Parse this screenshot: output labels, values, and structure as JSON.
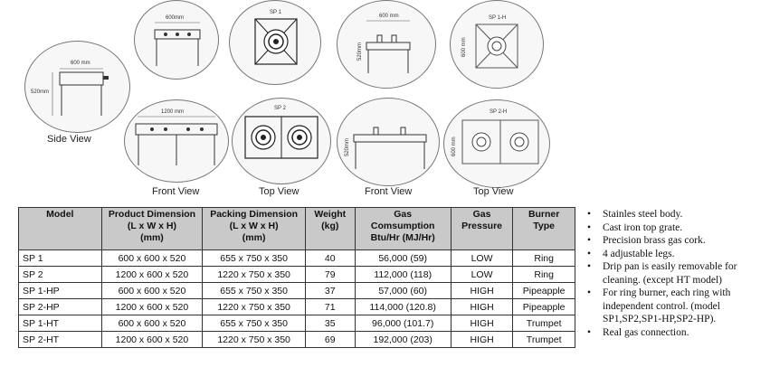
{
  "views": {
    "side": "Side View",
    "front": "Front View",
    "top": "Top View",
    "front2": "Front View",
    "top2": "Top View"
  },
  "dims": {
    "w600": "600mm",
    "w600_side": "600 mm",
    "h520": "520mm",
    "w1200": "1200 mm",
    "w600_b": "600 mm",
    "h520_b": "520mm",
    "h600": "600 mm",
    "h520_c": "520mm",
    "h600_c": "600 mm"
  },
  "tags": {
    "sp1": "SP 1",
    "sp2": "SP 2",
    "sp1h": "SP 1-H",
    "sp2h": "SP 2-H"
  },
  "table": {
    "headers": [
      {
        "l1": "Model",
        "l2": "",
        "l3": ""
      },
      {
        "l1": "Product Dimension",
        "l2": "(L x W x H)",
        "l3": "(mm)"
      },
      {
        "l1": "Packing Dimension",
        "l2": "(L x W x H)",
        "l3": "(mm)"
      },
      {
        "l1": "Weight",
        "l2": "(kg)",
        "l3": ""
      },
      {
        "l1": "Gas",
        "l2": "Comsumption",
        "l3": "Btu/Hr (MJ/Hr)"
      },
      {
        "l1": "Gas",
        "l2": "Pressure",
        "l3": ""
      },
      {
        "l1": "Burner",
        "l2": "Type",
        "l3": ""
      }
    ],
    "rows": [
      [
        "SP 1",
        "600 x 600 x 520",
        "655 x 750 x 350",
        "40",
        "56,000 (59)",
        "LOW",
        "Ring"
      ],
      [
        "SP 2",
        "1200 x 600 x 520",
        "1220 x 750 x 350",
        "79",
        "112,000 (118)",
        "LOW",
        "Ring"
      ],
      [
        "SP 1-HP",
        "600 x 600 x 520",
        "655 x 750 x 350",
        "37",
        "57,000 (60)",
        "HIGH",
        "Pipeapple"
      ],
      [
        "SP 2-HP",
        "1200 x 600 x 520",
        "1220 x 750 x 350",
        "71",
        "114,000 (120.8)",
        "HIGH",
        "Pipeapple"
      ],
      [
        "SP 1-HT",
        "600 x 600 x 520",
        "655 x 750 x 350",
        "35",
        "96,000 (101.7)",
        "HIGH",
        "Trumpet"
      ],
      [
        "SP 2-HT",
        "1200 x 600 x 520",
        "1220 x 750 x 350",
        "69",
        "192,000 (203)",
        "HIGH",
        "Trumpet"
      ]
    ]
  },
  "features": [
    "Stainles steel body.",
    "Cast iron top grate.",
    "Precision brass gas cork.",
    "4 adjustable legs.",
    "Drip pan is easily removable for cleaning. (except HT model)",
    "For ring burner, each ring with independent control. (model SP1,SP2,SP1-HP,SP2-HP).",
    "Real gas connection."
  ]
}
